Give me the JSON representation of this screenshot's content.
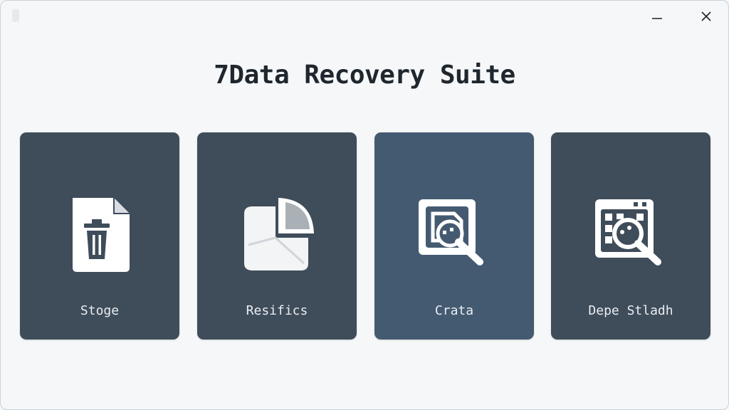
{
  "window": {
    "title": "7Data Recovery Suite",
    "controls": {
      "minimize_icon": "minimize-icon",
      "close_icon": "close-icon"
    }
  },
  "cards": [
    {
      "label": "Stoge",
      "icon": "trash-file-icon",
      "active": false
    },
    {
      "label": "Resifics",
      "icon": "pie-chart-icon",
      "active": false
    },
    {
      "label": "Crata",
      "icon": "scan-search-icon",
      "active": true
    },
    {
      "label": "Depe Stladh",
      "icon": "deep-search-icon",
      "active": false
    }
  ],
  "colors": {
    "background": "#f5f7f8",
    "card": "#3f4c5a",
    "card_active": "#445a71",
    "title_text": "#1f262d",
    "card_text": "#e9eef2"
  }
}
